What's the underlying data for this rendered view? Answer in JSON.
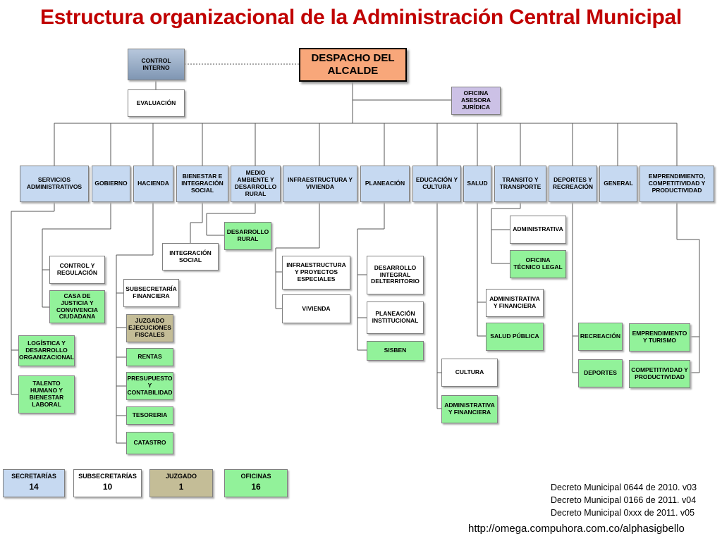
{
  "title": "Estructura organizacional de la Administración Central Municipal",
  "top": {
    "control_interno": "CONTROL INTERNO",
    "evaluacion": "EVALUACIÓN",
    "despacho": "DESPACHO DEL ALCALDE",
    "oficina_asesora": "OFICINA ASESORA JURÍDICA"
  },
  "secretarias": {
    "servicios": "SERVICIOS ADMINISTRATIVOS",
    "gobierno": "GOBIERNO",
    "hacienda": "HACIENDA",
    "bienestar": "BIENESTAR E INTEGRACIÓN SOCIAL",
    "medio": "MEDIO AMBIENTE Y DESARROLLO RURAL",
    "infra": "INFRAESTRUCTURA Y VIVIENDA",
    "planeacion": "PLANEACIÓN",
    "educacion": "EDUCACIÓN Y CULTURA",
    "salud": "SALUD",
    "transito": "TRANSITO Y TRANSPORTE",
    "deportes": "DEPORTES Y RECREACIÓN",
    "general": "GENERAL",
    "emprend": "EMPRENDIMIENTO, COMPETITIVIDAD Y PRODUCTIVIDAD"
  },
  "units": {
    "control_regulacion": "CONTROL Y REGULACIÓN",
    "casa_justicia": "CASA DE JUSTICIA Y CONVIVENCIA CIUDADANA",
    "logistica": "LOGÍSTICA Y DESARROLLO ORGANIZACIONAL",
    "talento": "TALENTO HUMANO Y BIENESTAR LABORAL",
    "subsec_fin": "SUBSECRETARÍA FINANCIERA",
    "juzgado": "JUZGADO EJECUCIONES FISCALES",
    "rentas": "RENTAS",
    "presupuesto": "PRESUPUESTO Y CONTABILIDAD",
    "tesoreria": "TESORERIA",
    "catastro": "CATASTRO",
    "integracion": "INTEGRACIÓN SOCIAL",
    "desarrollo_rural": "DESARROLLO RURAL",
    "infra_proy": "INFRAESTRUCTURA Y PROYECTOS ESPECIALES",
    "vivienda": "VIVIENDA",
    "desarrollo_terr": "DESARROLLO INTEGRAL DELTERRITORIO",
    "planeacion_inst": "PLANEACIÓN INSTITUCIONAL",
    "sisben": "SISBEN",
    "cultura": "CULTURA",
    "adm_fin_edu": "ADMINISTRATIVA Y FINANCIERA",
    "adm_fin_salud": "ADMINISTRATIVA Y FINANCIERA",
    "salud_publica": "SALUD PÚBLICA",
    "administrativa_tr": "ADMINISTRATIVA",
    "oficina_tecnico": "OFICINA TÉCNICO LEGAL",
    "recreacion": "RECREACIÓN",
    "deportes_u": "DEPORTES",
    "emprend_turismo": "EMPRENDIMIENTO Y TURISMO",
    "compet_prod": "COMPETITIVIDAD Y PRODUCTIVIDAD"
  },
  "legend": [
    {
      "label": "SECRETARÍAS",
      "count": "14"
    },
    {
      "label": "SUBSECRETARÍAS",
      "count": "10"
    },
    {
      "label": "JUZGADO",
      "count": "1"
    },
    {
      "label": "OFICINAS",
      "count": "16"
    }
  ],
  "decrees": [
    "Decreto Municipal 0644 de 2010. v03",
    "Decreto Municipal 0166 de 2011. v04",
    "Decreto Municipal 0xxx de 2011. v05"
  ],
  "url": "http://omega.compuhora.com.co/alphasigbello",
  "colors": {
    "title": "#c00000",
    "secretaria": "#c6d9f1",
    "oficina": "#92f29a",
    "juzgado": "#c4bd97",
    "asesora": "#ccc1e6",
    "despacho": "#f8a77a"
  }
}
